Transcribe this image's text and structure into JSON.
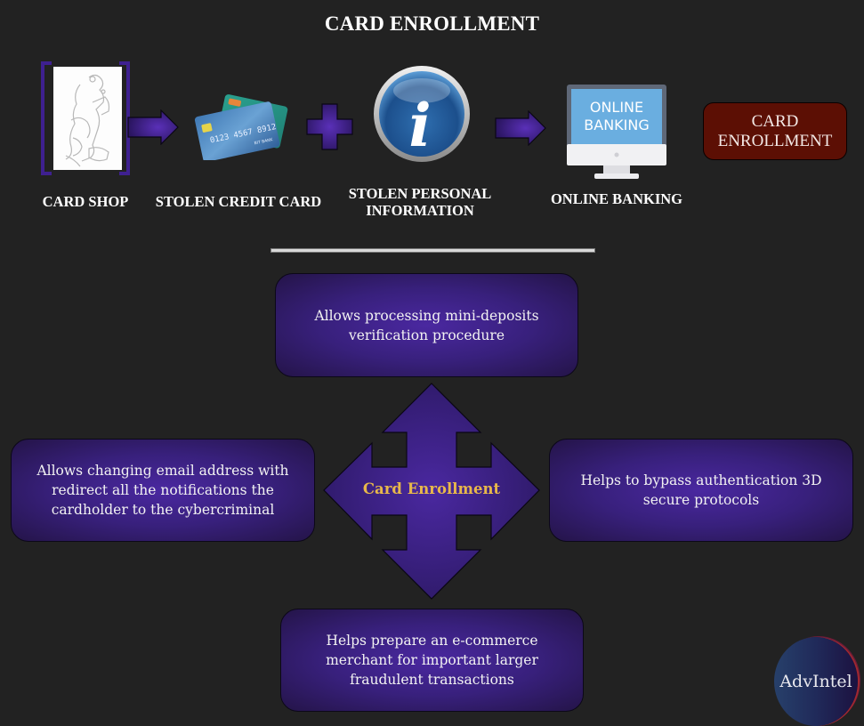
{
  "title": "CARD ENROLLMENT",
  "flow": {
    "steps": [
      {
        "label": "CARD SHOP",
        "icon": "joker-card-icon"
      },
      {
        "label": "STOLEN CREDIT CARD",
        "icon": "credit-cards-icon",
        "card_number": "0123 4567 8912",
        "bank_text": "BIT BANK"
      },
      {
        "label_line1": "STOLEN PERSONAL",
        "label_line2": "INFORMATION",
        "icon": "info-icon",
        "glyph": "i"
      },
      {
        "label": "ONLINE BANKING",
        "icon": "monitor-icon",
        "screen_line1": "ONLINE",
        "screen_line2": "BANKING"
      }
    ],
    "connectors": [
      "arrow-right",
      "plus",
      "arrow-right"
    ],
    "result_line1": "CARD",
    "result_line2": "ENROLLMENT"
  },
  "diagram": {
    "center_label": "Card Enrollment",
    "center_color": "#e8b84a",
    "top": "Allows processing mini-deposits verification procedure",
    "left": "Allows changing email address with redirect all the notifications the cardholder to the cybercriminal",
    "right": "Helps to bypass authentication 3D secure protocols",
    "bottom": "Helps prepare an e-commerce merchant for important larger fraudulent transactions"
  },
  "logo": "AdvIntel",
  "colors": {
    "background": "#222222",
    "purple": "#3c2088",
    "enroll_box": "#5c0f04",
    "screen_blue": "#6aaee0"
  }
}
